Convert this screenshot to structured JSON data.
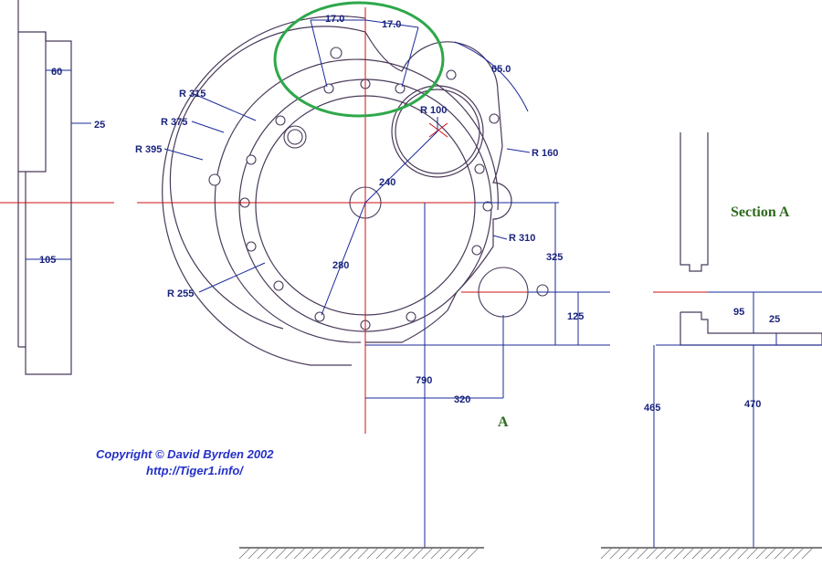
{
  "labels": {
    "d_60": "60",
    "d_25_left": "25",
    "d_105": "105",
    "d_17a": "17.0",
    "d_17b": "17.0",
    "d_650": "65.0",
    "r315": "R 315",
    "r375": "R 375",
    "r395": "R 395",
    "r100": "R 100",
    "r160": "R 160",
    "r310": "R 310",
    "r255": "R 255",
    "d_240": "240",
    "d_280": "280",
    "d_325": "325",
    "d_125": "125",
    "d_790": "790",
    "d_320": "320",
    "d_95": "95",
    "d_25_right": "25",
    "d_465": "465",
    "d_470": "470",
    "section_a": "Section A",
    "view_a": "A",
    "copyright": "Copyright © David Byrden 2002",
    "url": "http://Tiger1.info/"
  },
  "colors": {
    "dimension": "#1a237e",
    "centerline": "#cc1111",
    "part_outline": "#4a3a5a",
    "highlight_ellipse": "#2ea84a",
    "section_title": "#2e6b1f",
    "copyright": "#2430c8"
  }
}
